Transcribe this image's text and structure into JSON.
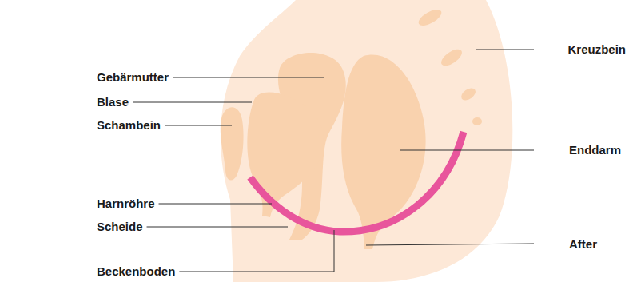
{
  "diagram": {
    "labels": [
      "Gebärmutter",
      "Blase",
      "Schambein",
      "Harnröhre",
      "Scheide",
      "Beckenboden",
      "Kreuzbein",
      "Enddarm",
      "After"
    ]
  }
}
